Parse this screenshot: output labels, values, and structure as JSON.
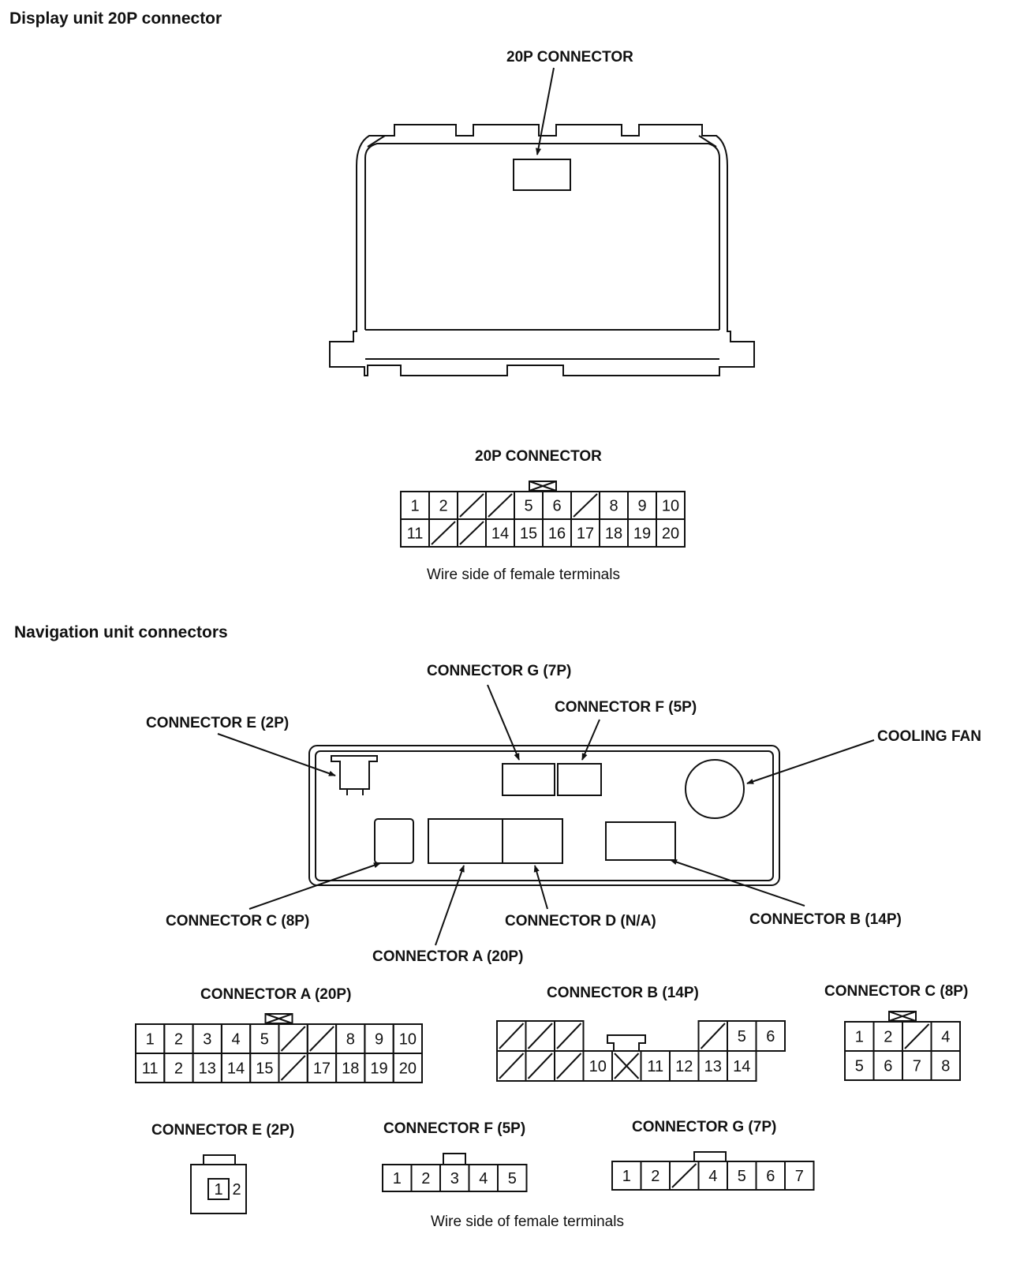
{
  "sections": {
    "display": {
      "heading": "Display unit 20P connector",
      "pointer_label": "20P CONNECTOR",
      "connector": {
        "title": "20P CONNECTOR",
        "rows": [
          [
            "1",
            "2",
            "/",
            "/",
            "5",
            "6",
            "/",
            "8",
            "9",
            "10"
          ],
          [
            "11",
            "/",
            "/",
            "14",
            "15",
            "16",
            "17",
            "18",
            "19",
            "20"
          ]
        ]
      },
      "caption": "Wire side of female terminals"
    },
    "navigation": {
      "heading": "Navigation unit connectors",
      "pointer_labels": {
        "g": "CONNECTOR G (7P)",
        "f": "CONNECTOR F (5P)",
        "e": "CONNECTOR E (2P)",
        "fan": "COOLING FAN",
        "c": "CONNECTOR C (8P)",
        "d": "CONNECTOR D (N/A)",
        "b": "CONNECTOR B (14P)",
        "a": "CONNECTOR A (20P)"
      },
      "connectors": {
        "a": {
          "title": "CONNECTOR A (20P)",
          "rows": [
            [
              "1",
              "2",
              "3",
              "4",
              "5",
              "/",
              "/",
              "8",
              "9",
              "10"
            ],
            [
              "11",
              "2",
              "13",
              "14",
              "15",
              "/",
              "17",
              "18",
              "19",
              "20"
            ]
          ]
        },
        "b": {
          "title": "CONNECTOR B (14P)",
          "rows": [
            [
              "/",
              "/",
              "/",
              "",
              "",
              "",
              "",
              "/",
              "5",
              "6"
            ],
            [
              "/",
              "/",
              "/",
              "10",
              "X",
              "11",
              "12",
              "13",
              "14"
            ]
          ]
        },
        "c": {
          "title": "CONNECTOR C (8P)",
          "rows": [
            [
              "1",
              "2",
              "/",
              "4"
            ],
            [
              "5",
              "6",
              "7",
              "8"
            ]
          ]
        },
        "e": {
          "title": "CONNECTOR E (2P)",
          "terminals": [
            "1",
            "2"
          ]
        },
        "f": {
          "title": "CONNECTOR F (5P)",
          "terminals": [
            "1",
            "2",
            "3",
            "4",
            "5"
          ]
        },
        "g": {
          "title": "CONNECTOR G (7P)",
          "terminals": [
            "1",
            "2",
            "/",
            "4",
            "5",
            "6",
            "7"
          ]
        }
      },
      "caption": "Wire side of female terminals"
    }
  }
}
